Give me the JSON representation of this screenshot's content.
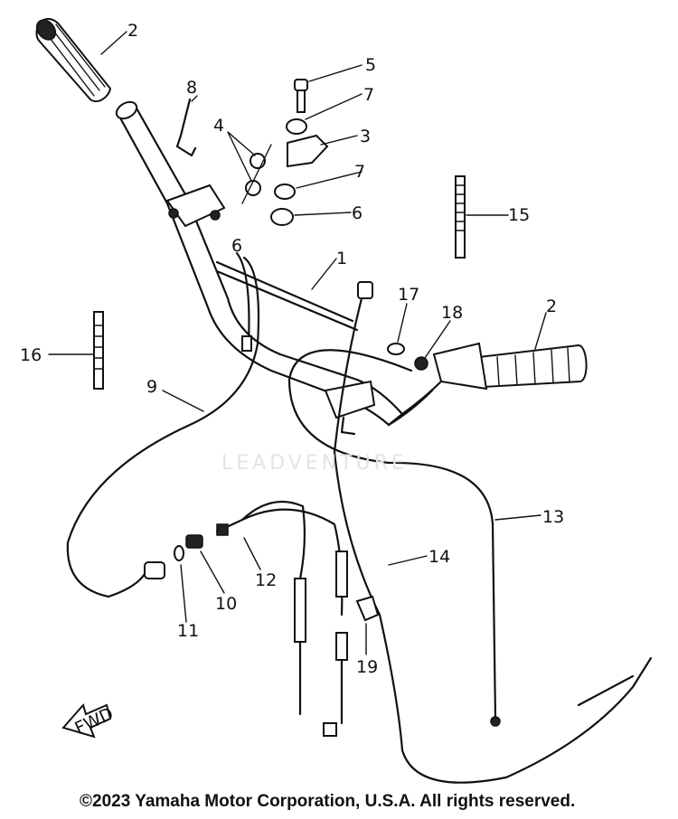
{
  "callouts": [
    {
      "id": "callout-1",
      "text": "1"
    },
    {
      "id": "callout-2-left",
      "text": "2"
    },
    {
      "id": "callout-2-right",
      "text": "2"
    },
    {
      "id": "callout-3",
      "text": "3"
    },
    {
      "id": "callout-4",
      "text": "4"
    },
    {
      "id": "callout-5",
      "text": "5"
    },
    {
      "id": "callout-6-top",
      "text": "6"
    },
    {
      "id": "callout-6-right",
      "text": "6"
    },
    {
      "id": "callout-7-top",
      "text": "7"
    },
    {
      "id": "callout-7-bottom",
      "text": "7"
    },
    {
      "id": "callout-8",
      "text": "8"
    },
    {
      "id": "callout-9",
      "text": "9"
    },
    {
      "id": "callout-10",
      "text": "10"
    },
    {
      "id": "callout-11",
      "text": "11"
    },
    {
      "id": "callout-12",
      "text": "12"
    },
    {
      "id": "callout-13",
      "text": "13"
    },
    {
      "id": "callout-14",
      "text": "14"
    },
    {
      "id": "callout-15",
      "text": "15"
    },
    {
      "id": "callout-16",
      "text": "16"
    },
    {
      "id": "callout-17",
      "text": "17"
    },
    {
      "id": "callout-18",
      "text": "18"
    },
    {
      "id": "callout-19",
      "text": "19"
    }
  ],
  "fwd_label": "FWD",
  "watermark": "LEADVENTURE",
  "copyright": "©2023 Yamaha Motor Corporation, U.S.A. All rights reserved."
}
